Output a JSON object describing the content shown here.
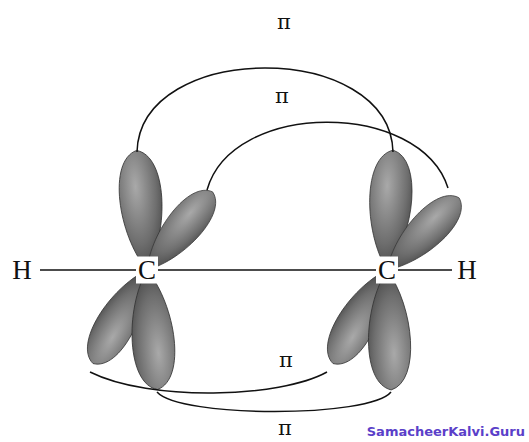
{
  "diagram": {
    "labels": [
      "π",
      "π",
      "H",
      "C",
      "C",
      "H",
      "π",
      "π",
      "SamacheerKalvi.Guru"
    ]
  }
}
